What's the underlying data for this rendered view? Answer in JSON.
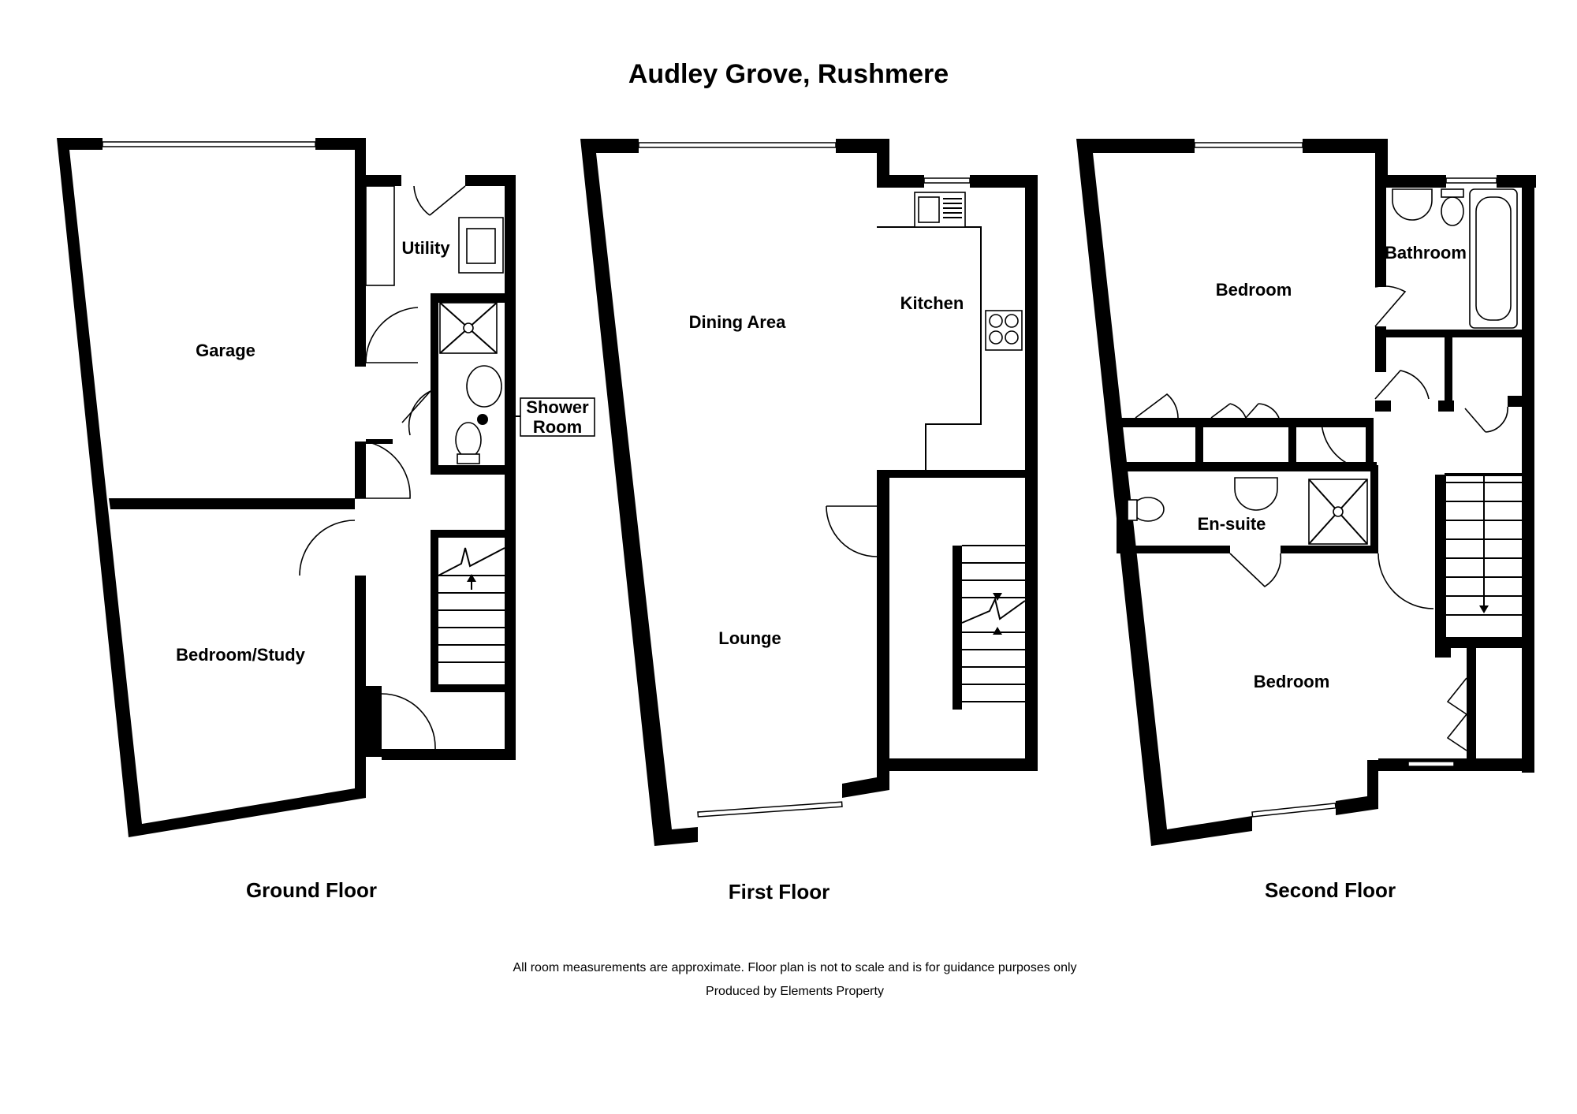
{
  "title": "Audley Grove, Rushmere",
  "floors": {
    "ground": {
      "label": "Ground Floor",
      "rooms": {
        "garage": "Garage",
        "utility": "Utility",
        "shower_room_line1": "Shower",
        "shower_room_line2": "Room",
        "bedroom_study": "Bedroom/Study"
      }
    },
    "first": {
      "label": "First Floor",
      "rooms": {
        "dining_area": "Dining Area",
        "kitchen": "Kitchen",
        "lounge": "Lounge"
      }
    },
    "second": {
      "label": "Second Floor",
      "rooms": {
        "bedroom_top": "Bedroom",
        "bathroom": "Bathroom",
        "ensuite": "En-suite",
        "bedroom_bottom": "Bedroom"
      }
    }
  },
  "footer": {
    "disclaimer": "All room measurements are approximate. Floor plan is not to scale and is for guidance purposes only",
    "credit": "Produced by Elements Property"
  }
}
